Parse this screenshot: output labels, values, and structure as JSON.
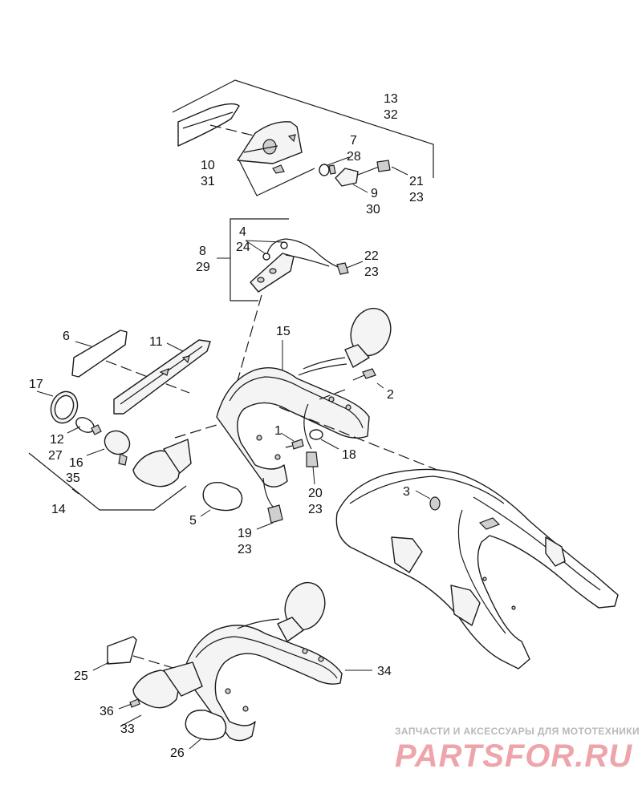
{
  "callouts": [
    {
      "id": "c13",
      "text": "13"
    },
    {
      "id": "c32",
      "text": "32"
    },
    {
      "id": "c7",
      "text": "7"
    },
    {
      "id": "c28",
      "text": "28"
    },
    {
      "id": "c10",
      "text": "10"
    },
    {
      "id": "c31",
      "text": "31"
    },
    {
      "id": "c21",
      "text": "21"
    },
    {
      "id": "c23a",
      "text": "23"
    },
    {
      "id": "c9",
      "text": "9"
    },
    {
      "id": "c30",
      "text": "30"
    },
    {
      "id": "c4",
      "text": "4"
    },
    {
      "id": "c24",
      "text": "24"
    },
    {
      "id": "c8",
      "text": "8"
    },
    {
      "id": "c29",
      "text": "29"
    },
    {
      "id": "c22",
      "text": "22"
    },
    {
      "id": "c23b",
      "text": "23"
    },
    {
      "id": "c15",
      "text": "15"
    },
    {
      "id": "c6",
      "text": "6"
    },
    {
      "id": "c11",
      "text": "11"
    },
    {
      "id": "c17",
      "text": "17"
    },
    {
      "id": "c2",
      "text": "2"
    },
    {
      "id": "c1",
      "text": "1"
    },
    {
      "id": "c12",
      "text": "12"
    },
    {
      "id": "c27",
      "text": "27"
    },
    {
      "id": "c16",
      "text": "16"
    },
    {
      "id": "c35",
      "text": "35"
    },
    {
      "id": "c18",
      "text": "18"
    },
    {
      "id": "c20",
      "text": "20"
    },
    {
      "id": "c23c",
      "text": "23"
    },
    {
      "id": "c3",
      "text": "3"
    },
    {
      "id": "c14",
      "text": "14"
    },
    {
      "id": "c5",
      "text": "5"
    },
    {
      "id": "c19",
      "text": "19"
    },
    {
      "id": "c23d",
      "text": "23"
    },
    {
      "id": "c25",
      "text": "25"
    },
    {
      "id": "c34",
      "text": "34"
    },
    {
      "id": "c36",
      "text": "36"
    },
    {
      "id": "c33",
      "text": "33"
    },
    {
      "id": "c26",
      "text": "26"
    }
  ],
  "watermark": {
    "tagline": "ЗАПЧАСТИ И АКСЕССУАРЫ ДЛЯ МОТОТЕХНИКИ",
    "brand": "PARTSFOR.RU"
  }
}
